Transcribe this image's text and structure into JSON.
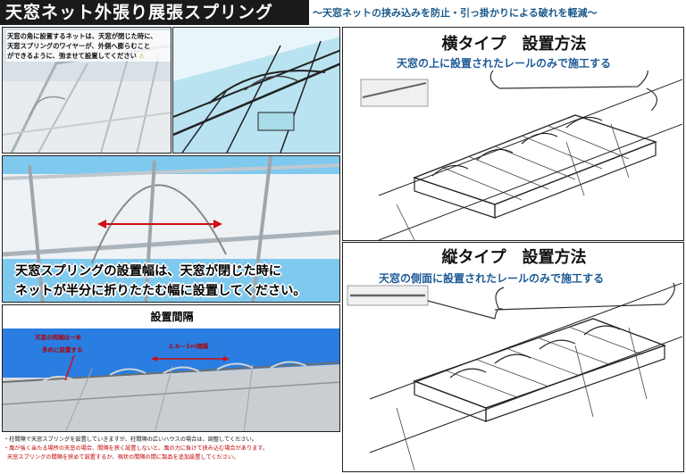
{
  "header": {
    "title": "天窓ネット外張り展張スプリング",
    "subtitle": "〜天窓ネットの挟み込みを防止・引っ掛かりによる破れを軽減〜"
  },
  "top_left_panel": {
    "note_lines": [
      "天窓の角に設置するネットは、天窓が閉じた時に、",
      "天窓スプリングのワイヤーが、外側へ膨らむこと",
      "ができるように、弛ませて設置してください"
    ],
    "warning_icon": "warning-icon"
  },
  "middle_panel": {
    "caption_lines": [
      "天窓スプリングの設置幅は、天窓が閉じた時に",
      "ネットが半分に折りたたむ幅に設置してください。"
    ]
  },
  "spacing_panel": {
    "heading": "設置間隔",
    "label_ends_line1": "天窓の両端は一本",
    "label_ends_line2": "多めに設置する",
    "label_interval": "2.5〜３ｍ間隔"
  },
  "bottom_notes": [
    "・柱間隔で天窓スプリングを設置していきますが、柱間隔の広いハウスの場合は、調整してください。",
    "・風が強く当たる場所の天窓の場合、間隔を狭く設置しないと、風の力に負けて挟み込む場合があります。",
    "天窓スプリングの間隔を狭めて設置するか、現状の間隔の間に製品を追加設置してください。"
  ],
  "horizontal_type": {
    "title": "横タイプ　設置方法",
    "subtitle": "天窓の上に設置されたレールのみで施工する"
  },
  "vertical_type": {
    "title": "縦タイプ　設置方法",
    "subtitle": "天窓の側面に設置されたレールのみで施工する"
  },
  "colors": {
    "title_bg": "#1a1a1a",
    "accent_blue": "#1e5a96",
    "arrow_red": "#d01010",
    "sky_blue": "#2a7de1"
  }
}
